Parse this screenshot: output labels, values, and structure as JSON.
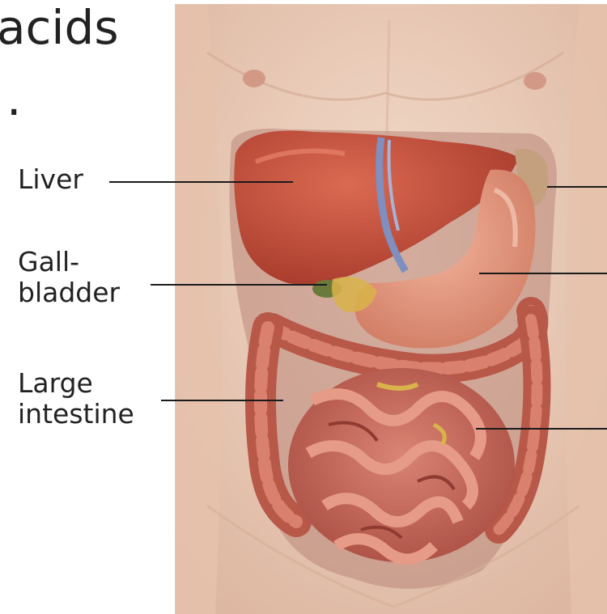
{
  "slide": {
    "heading_fragment": "acids",
    "period_fragment": "."
  },
  "labels": {
    "liver": "Liver",
    "gallbladder_line1": "Gall-",
    "gallbladder_line2": "bladder",
    "large_intestine_line1": "Large",
    "large_intestine_line2": "intestine"
  },
  "colors": {
    "skin": "#edd0bd",
    "liver": "#c9543f",
    "stomach": "#e39a80",
    "intestine": "#c46a5c",
    "fat": "#d9b34a",
    "leader_line": "#1a1a1a"
  }
}
